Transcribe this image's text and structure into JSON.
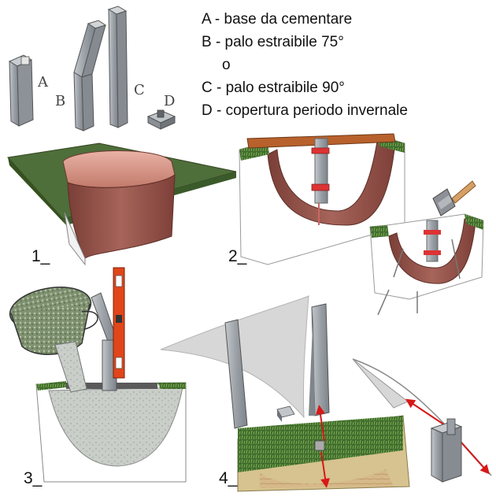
{
  "legend": {
    "a": "A - base da cementare",
    "b": "B - palo estraibile 75°",
    "or": "o",
    "c": "C - palo estraibile 90°",
    "d": "D - copertura periodo invernale"
  },
  "part_labels": {
    "a": "A",
    "b": "B",
    "c": "C",
    "d": "D"
  },
  "steps": {
    "s1": "1_",
    "s2": "2_",
    "s3": "3_",
    "s4": "4_"
  },
  "colors": {
    "grass": "#4e6e3a",
    "earth": "#8e4f46",
    "pole": "#9ea3a8",
    "beam": "#b8612c",
    "level": "#e0461a",
    "arrow": "#d81818",
    "sail": "#d7d7d7"
  }
}
